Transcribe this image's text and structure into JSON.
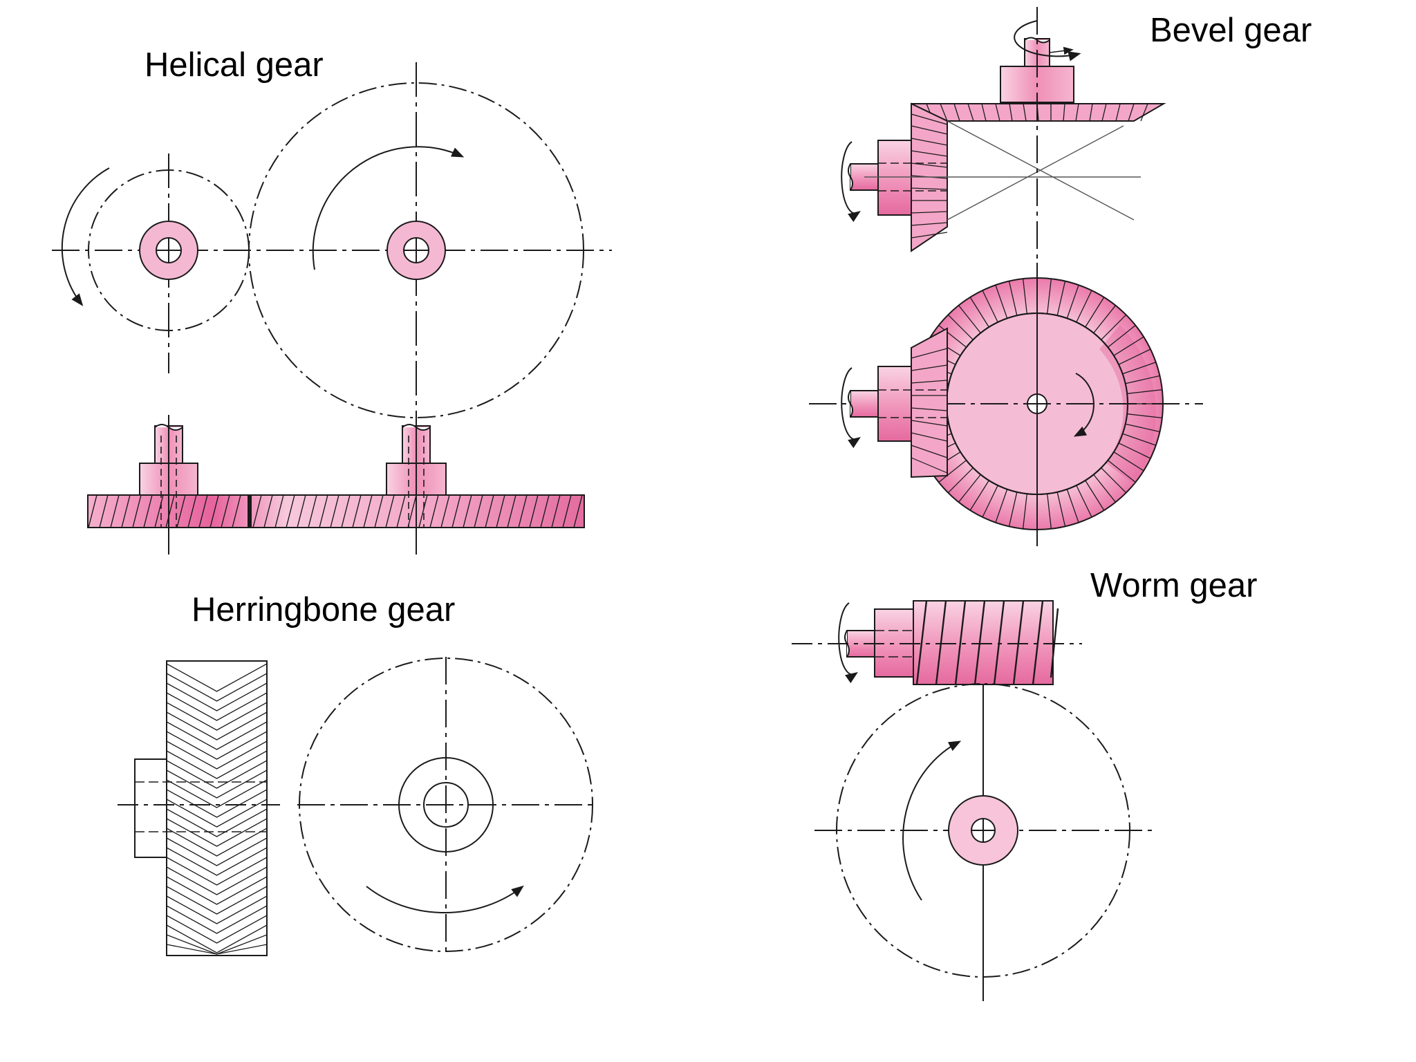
{
  "labels": {
    "helical": "Helical gear",
    "bevel": "Bevel gear",
    "herringbone": "Herringbone gear",
    "worm": "Worm gear"
  },
  "colors": {
    "pink_light": "#f7c4d9",
    "pink_mid": "#ef8fb7",
    "pink_dark": "#e14e8f",
    "line": "#1a1a1a"
  }
}
